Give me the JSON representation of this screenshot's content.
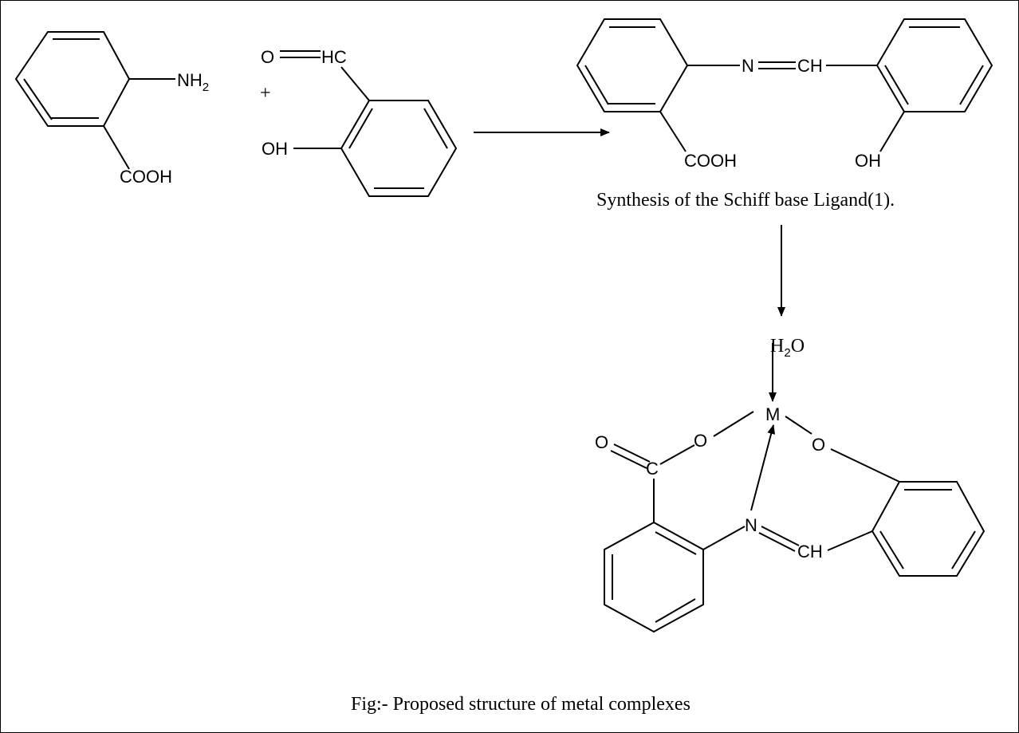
{
  "labels": {
    "nh": "NH",
    "nh_sub": "2",
    "cooh_a": "COOH",
    "plus": "+",
    "ohc": "O",
    "hc": "HC",
    "oh_b": "OH",
    "n_imine": "N",
    "ch_imine": "CH",
    "cooh_c": "COOH",
    "oh_c": "OH",
    "h2o_h": "H",
    "h2o_sub": "2",
    "h2o_o": "O",
    "metal": "M",
    "o_carbonyl": "O",
    "c_carboxyl": "C",
    "o_carboxylate": "O",
    "o_phenolate": "O",
    "n_complex": "N",
    "ch_complex": "CH"
  },
  "captions": {
    "ligand": "Synthesis of the Schiff base Ligand(1).",
    "figure": "Fig:- Proposed structure of metal complexes"
  }
}
